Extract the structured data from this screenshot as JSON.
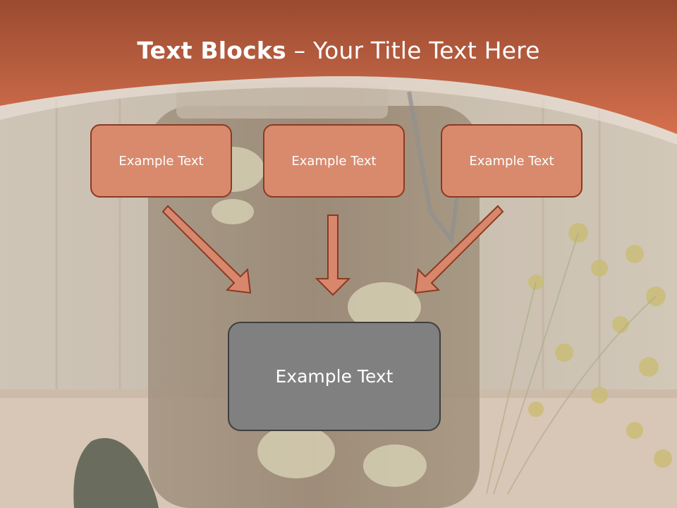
{
  "title": {
    "bold": "Text Blocks",
    "separator": " – ",
    "rest": "Your Title Text Here"
  },
  "blocks": [
    {
      "label": "Example Text"
    },
    {
      "label": "Example Text"
    },
    {
      "label": "Example Text"
    }
  ],
  "target": {
    "label": "Example Text"
  },
  "colors": {
    "header": "#c8694a",
    "box_fill": "#d98a6d",
    "box_border": "#8a3a24",
    "arrow_fill": "#d9876c",
    "center_fill": "#808080"
  }
}
